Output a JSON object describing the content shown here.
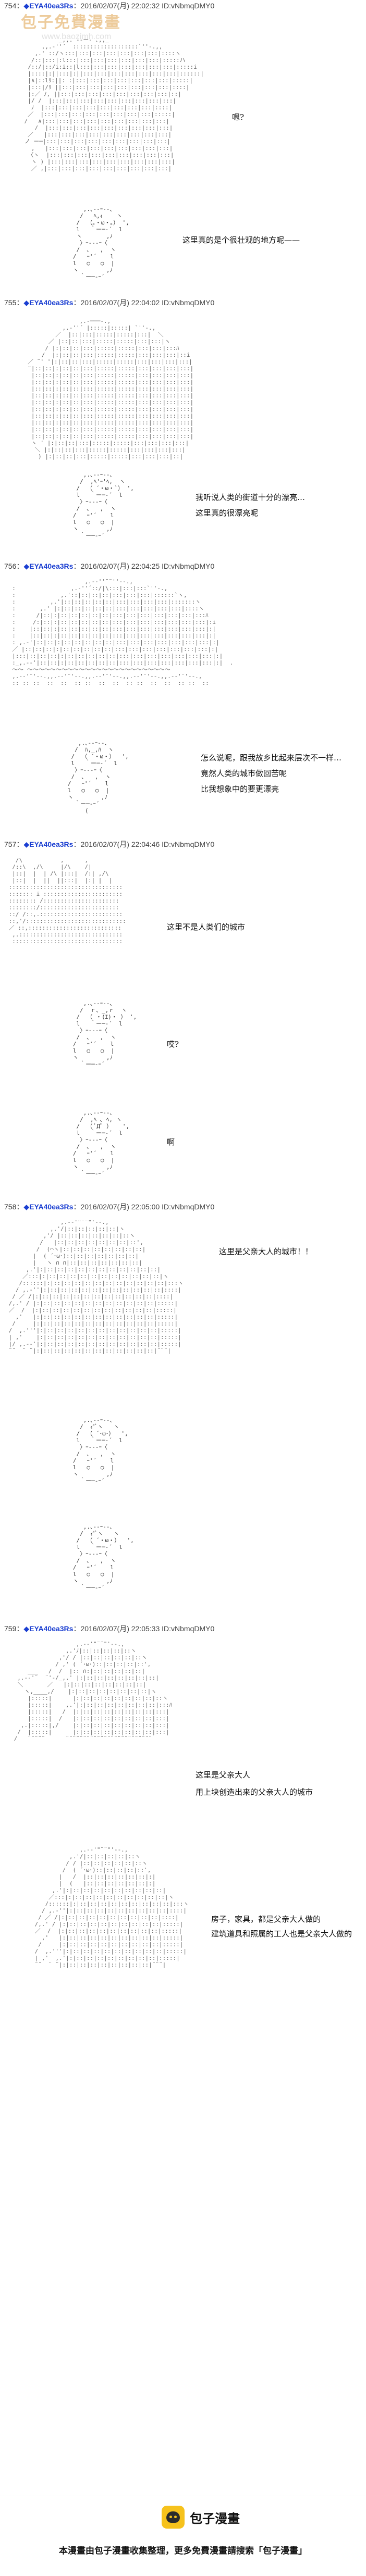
{
  "watermark": {
    "main": "包子免費漫畫",
    "sub": "www.baozimh.com"
  },
  "posts": [
    {
      "num": "754：",
      "name": "◆EYA40ea3Rs",
      "meta": "：2016/02/07(月) 22:02:32 ID:vNbmqDMY0",
      "lines": [
        "嗯?",
        "这里真的是个很壮观的地方呢——"
      ]
    },
    {
      "num": "755：",
      "name": "◆EYA40ea3Rs",
      "meta": "：2016/02/07(月) 22:04:02 ID:vNbmqDMY0",
      "lines": [
        "我听说人类的街道十分的漂亮…",
        "这里真的很漂亮呢"
      ]
    },
    {
      "num": "756：",
      "name": "◆EYA40ea3Rs",
      "meta": "：2016/02/07(月) 22:04:25 ID:vNbmqDMY0",
      "lines": [
        "怎么说呢，跟我故乡比起来层次不一样…",
        "竟然人类的城市做回苦呢",
        "比我想象中的要更漂亮"
      ]
    },
    {
      "num": "757：",
      "name": "◆EYA40ea3Rs",
      "meta": "：2016/02/07(月) 22:04:46 ID:vNbmqDMY0",
      "lines": [
        "这里不是人类们的城市",
        "哎?",
        "啊"
      ]
    },
    {
      "num": "758：",
      "name": "◆EYA40ea3Rs",
      "meta": "：2016/02/07(月) 22:05:00 ID:vNbmqDMY0",
      "lines": [
        "这里是父亲大人的城市！！"
      ]
    },
    {
      "num": "759：",
      "name": "◆EYA40ea3Rs",
      "meta": "：2016/02/07(月) 22:05:33 ID:vNbmqDMY0",
      "lines": [
        "这里是父亲大人",
        "用上块创造出来的父亲大人的城市",
        "房子，家具，都是父亲大人做的",
        "建筑道具和照属的工人也是父亲大人做的"
      ]
    }
  ],
  "footer": {
    "logo_text": "包子漫畫",
    "note": "本漫畫由包子漫畫收集整理，更多免費漫畫請搜索「包子漫畫」"
  }
}
